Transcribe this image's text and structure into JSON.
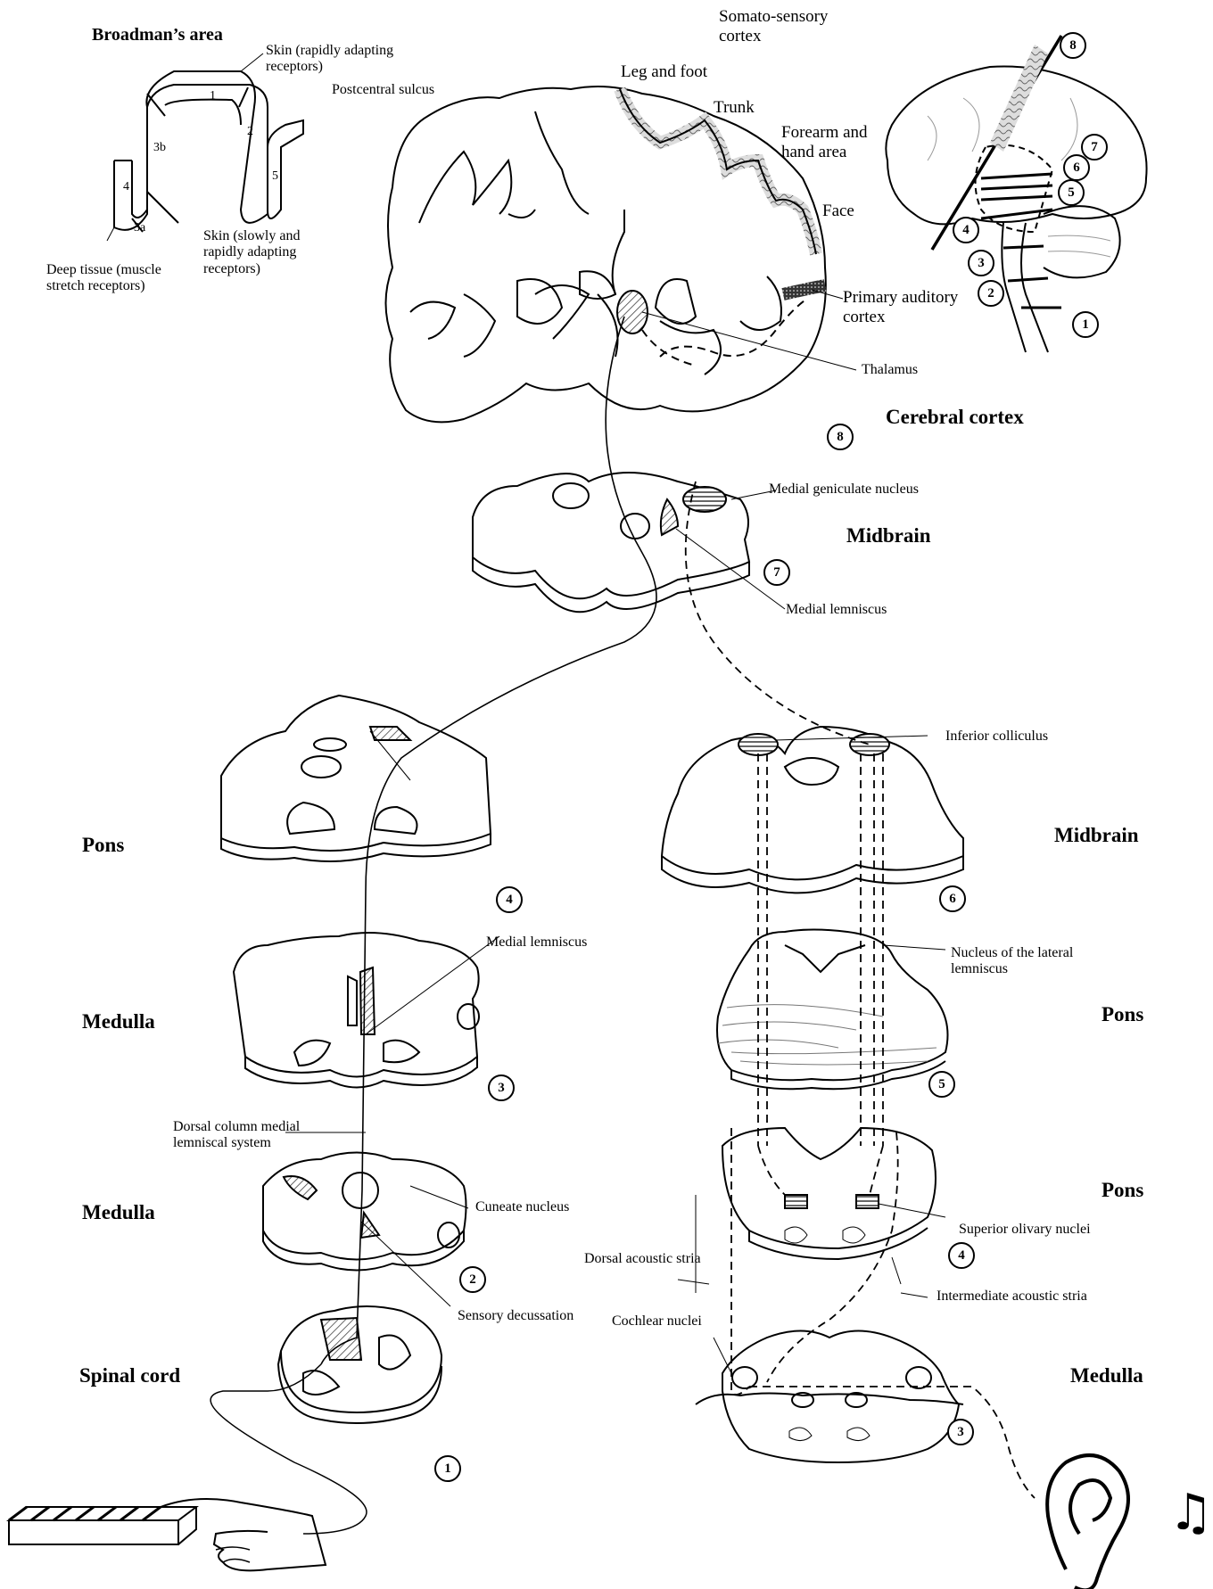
{
  "broadman": {
    "title": "Broadman’s area",
    "areas": [
      "1",
      "2",
      "3b",
      "4",
      "5",
      "3a"
    ],
    "skin_rapid": "Skin (rapidly adapting receptors)",
    "postcentral": "Postcentral sulcus",
    "deep_tissue": "Deep tissue (muscle stretch receptors)",
    "skin_slow": "Skin (slowly and rapidly adapting receptors)"
  },
  "cortex": {
    "somatosensory": "Somato-sensory cortex",
    "leg_foot": "Leg and foot",
    "trunk": "Trunk",
    "forearm": "Forearm and hand area",
    "face": "Face",
    "primary_auditory": "Primary auditory cortex",
    "thalamus": "Thalamus",
    "cerebral_cortex": "Cerebral cortex"
  },
  "brain_side": {
    "levels": [
      "8",
      "7",
      "6",
      "5",
      "4",
      "3",
      "2",
      "1"
    ]
  },
  "somatic_path": {
    "midbrain": "Midbrain",
    "medial_geniculate": "Medial geniculate nucleus",
    "medial_lemniscus": "Medial lemniscus",
    "pons": "Pons",
    "medulla": "Medulla",
    "dorsal_column": "Dorsal column medial lemniscal system",
    "cuneate": "Cuneate nucleus",
    "decussation": "Sensory decussation",
    "spinal_cord": "Spinal cord",
    "numbers": [
      "8",
      "7",
      "4",
      "3",
      "2",
      "1"
    ]
  },
  "auditory_path": {
    "inferior_colliculus": "Inferior colliculus",
    "midbrain": "Midbrain",
    "nucleus_lateral_lemniscus": "Nucleus of the lateral lemniscus",
    "pons": "Pons",
    "superior_olivary": "Superior olivary  nuclei",
    "dorsal_acoustic_stria": "Dorsal acoustic stria",
    "intermediate_acoustic_stria": "Intermediate acoustic stria",
    "cochlear_nuclei": "Cochlear nuclei",
    "medulla": "Medulla",
    "numbers": [
      "6",
      "5",
      "4",
      "3"
    ]
  },
  "music_note": "♫"
}
